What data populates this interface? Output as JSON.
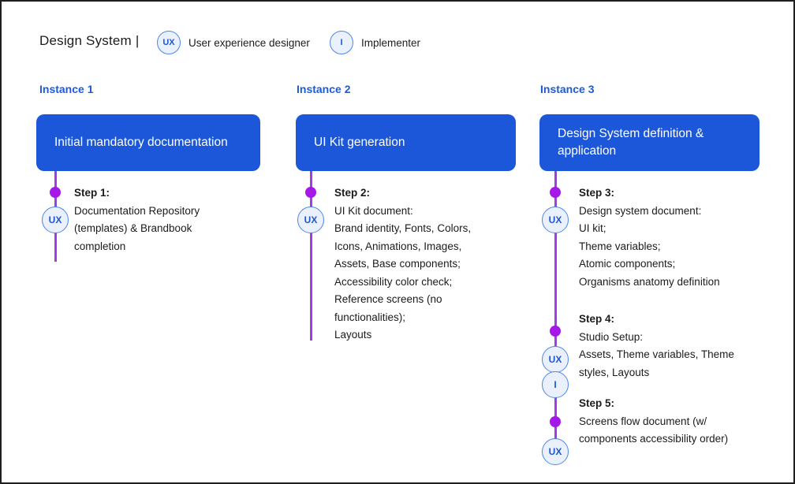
{
  "header": {
    "title": "Design System |",
    "roles": [
      {
        "badge": "UX",
        "label": "User experience designer"
      },
      {
        "badge": "I",
        "label": "Implementer"
      }
    ]
  },
  "columns": [
    {
      "instance": "Instance 1",
      "box_title": "Initial mandatory documentation",
      "steps": [
        {
          "title": "Step 1:",
          "body": "Documentation Repository\n(templates) & Brandbook\ncompletion",
          "actors": [
            "UX"
          ]
        }
      ]
    },
    {
      "instance": "Instance 2",
      "box_title": "UI Kit generation",
      "steps": [
        {
          "title": "Step 2:",
          "body": "UI Kit document:\nBrand identity, Fonts, Colors,\nIcons, Animations, Images,\nAssets, Base components;\nAccessibility color check;\nReference screens (no\nfunctionalities);\nLayouts",
          "actors": [
            "UX"
          ]
        }
      ]
    },
    {
      "instance": "Instance 3",
      "box_title": "Design System definition & application",
      "steps": [
        {
          "title": "Step 3:",
          "body": "Design system document:\nUI kit;\nTheme variables;\nAtomic components;\nOrganisms anatomy definition",
          "actors": [
            "UX"
          ]
        },
        {
          "title": "Step 4:",
          "body": "Studio Setup:\nAssets, Theme variables, Theme\nstyles, Layouts",
          "actors": [
            "UX",
            "I"
          ]
        },
        {
          "title": "Step 5:",
          "body": "Screens flow document (w/\ncomponents accessibility order)",
          "actors": [
            "UX"
          ]
        }
      ]
    }
  ],
  "colors": {
    "box_blue": "#1B57D8",
    "instance_blue": "#1A5BDC",
    "line_purple": "#A43BE8",
    "dot_purple": "#A518EA",
    "badge_fill": "#EAF1FC",
    "badge_border": "#4D86E8",
    "badge_text": "#1C57D9"
  }
}
